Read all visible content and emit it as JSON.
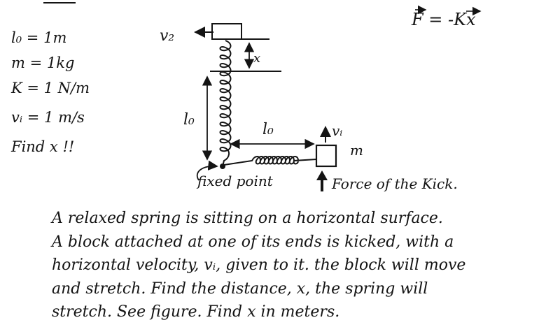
{
  "equation": "F = -Kx",
  "givens": [
    "l₀ = 1m",
    "m = 1kg",
    "K = 1 N/m",
    "vᵢ = 1 m/s",
    "Find x !!"
  ],
  "labels": {
    "v2": "v₂",
    "x": "x",
    "l0_vertical": "l₀",
    "l0_horizontal": "l₀",
    "v1": "vᵢ",
    "m": "m",
    "fixed_point": "fixed point",
    "force_kick": "Force of the Kick."
  },
  "problem_lines": [
    "A relaxed spring is sitting on a horizontal surface.",
    "A block attached at one of its ends is kicked, with a",
    "horizontal velocity, vᵢ, given to it. the block will move",
    "and stretch. Find the distance, x, the spring will",
    "stretch. See figure. Find x in meters."
  ]
}
